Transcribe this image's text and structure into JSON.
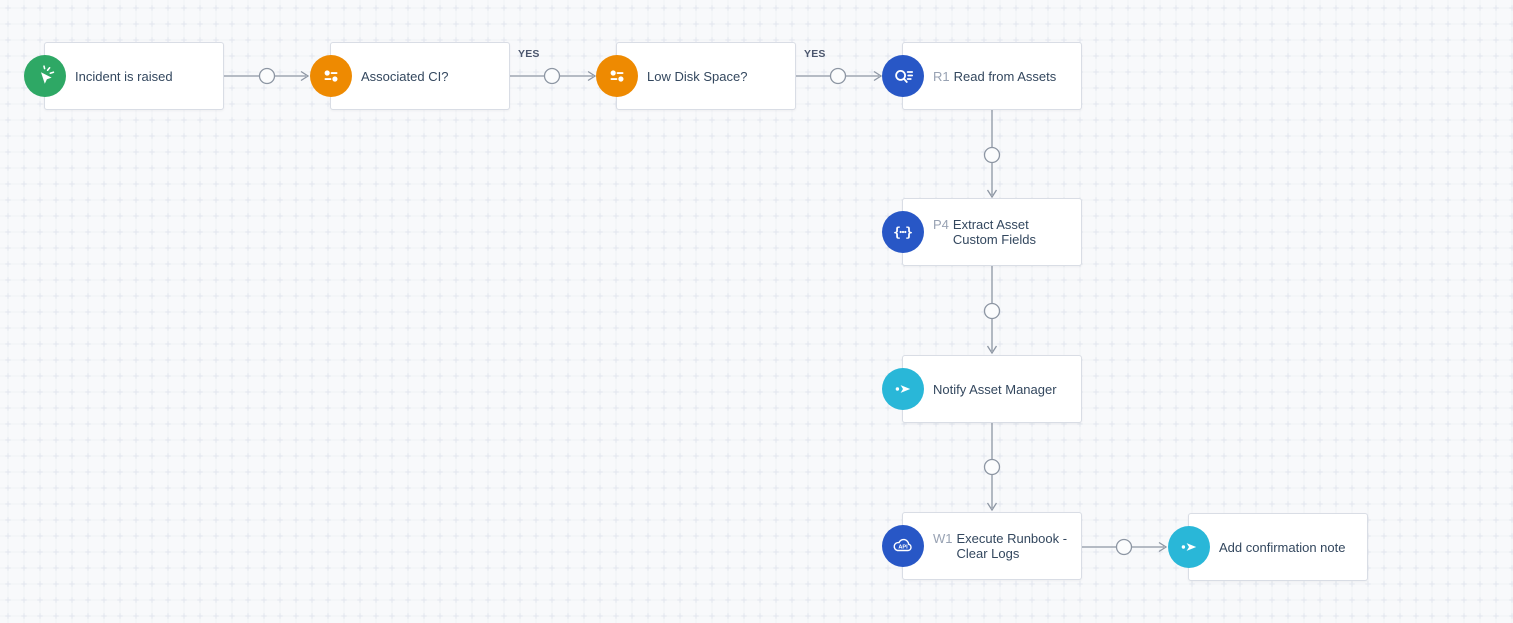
{
  "canvas": {
    "background_color": "#f8f9fb",
    "grid_line_color": "#f0f2f6",
    "grid_cross_color": "#e4e8ef",
    "connector_color": "#8d96a3",
    "node_border_color": "#d9dde5",
    "label_text_color": "#33475e",
    "prefix_text_color": "#98a2b3"
  },
  "workflow": {
    "nodes": [
      {
        "id": "trigger",
        "type": "trigger",
        "icon": "trigger-spark-icon",
        "color": "#2ea865",
        "prefix": "",
        "label": "Incident is raised"
      },
      {
        "id": "cond1",
        "type": "condition",
        "icon": "condition-sliders-icon",
        "color": "#ee8a01",
        "prefix": "",
        "label": "Associated CI?"
      },
      {
        "id": "cond2",
        "type": "condition",
        "icon": "condition-sliders-icon",
        "color": "#ee8a01",
        "prefix": "",
        "label": "Low Disk Space?"
      },
      {
        "id": "reader",
        "type": "reader",
        "icon": "search-assets-icon",
        "color": "#2857c6",
        "prefix": "R1",
        "label": "Read from Assets"
      },
      {
        "id": "parser",
        "type": "parser",
        "icon": "parse-braces-icon",
        "color": "#2857c6",
        "prefix": "P4",
        "label": "Extract Asset Custom Fields"
      },
      {
        "id": "action1",
        "type": "action",
        "icon": "send-arrow-icon",
        "color": "#29b7d8",
        "prefix": "",
        "label": "Notify Asset Manager"
      },
      {
        "id": "webhook",
        "type": "web-request",
        "icon": "cloud-api-icon",
        "color": "#2857c6",
        "prefix": "W1",
        "label": "Execute Runbook - Clear Logs"
      },
      {
        "id": "action2",
        "type": "action",
        "icon": "send-arrow-icon",
        "color": "#29b7d8",
        "prefix": "",
        "label": "Add confirmation note"
      }
    ],
    "edges": [
      {
        "from": "trigger",
        "to": "cond1",
        "label": ""
      },
      {
        "from": "cond1",
        "to": "cond2",
        "label": "YES"
      },
      {
        "from": "cond2",
        "to": "reader",
        "label": "YES"
      },
      {
        "from": "reader",
        "to": "parser",
        "label": ""
      },
      {
        "from": "parser",
        "to": "action1",
        "label": ""
      },
      {
        "from": "action1",
        "to": "webhook",
        "label": ""
      },
      {
        "from": "webhook",
        "to": "action2",
        "label": ""
      }
    ]
  }
}
